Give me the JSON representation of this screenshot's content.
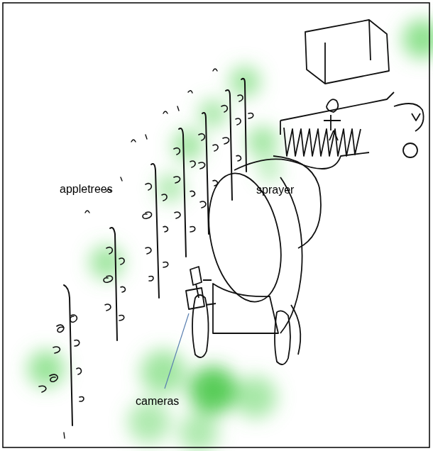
{
  "diagram": {
    "labels": [
      "appletrees",
      "sprayer",
      "cameras"
    ]
  }
}
